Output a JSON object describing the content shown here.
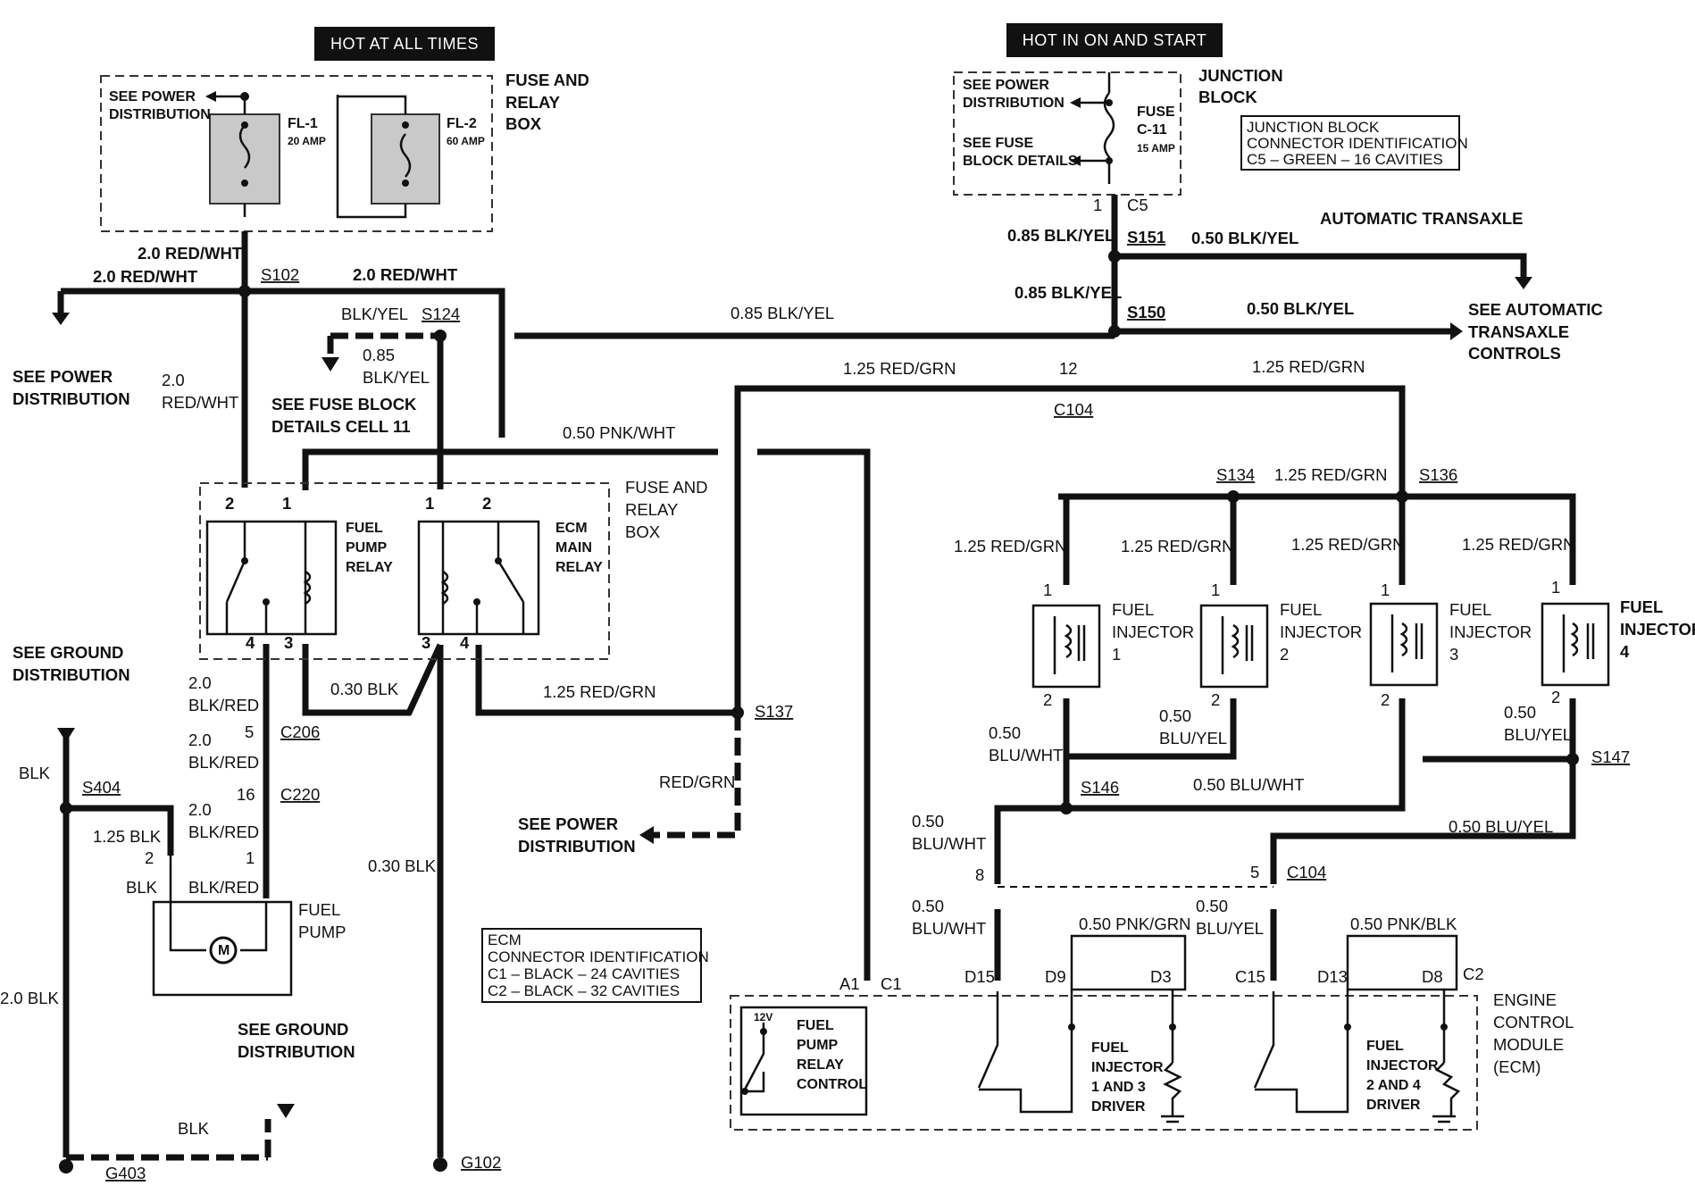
{
  "headers": {
    "hot_always": "HOT AT ALL TIMES",
    "hot_on_start": "HOT IN ON AND START"
  },
  "fuse_relay_box_top": {
    "see_power_1": "SEE POWER",
    "see_power_2": "DISTRIBUTION",
    "fl1_name": "FL-1",
    "fl1_rating": "20 AMP",
    "fl2_name": "FL-2",
    "fl2_rating": "60 AMP",
    "label_1": "FUSE AND",
    "label_2": "RELAY",
    "label_3": "BOX"
  },
  "junction_block": {
    "see_power_1": "SEE POWER",
    "see_power_2": "DISTRIBUTION",
    "see_fuse_1": "SEE FUSE",
    "see_fuse_2": "BLOCK DETAILS",
    "fuse_1": "FUSE",
    "fuse_2": "C-11",
    "fuse_3": "15 AMP",
    "label_1": "JUNCTION",
    "label_2": "BLOCK",
    "conn_id_1": "JUNCTION BLOCK",
    "conn_id_2": "CONNECTOR IDENTIFICATION",
    "conn_id_3": "C5 – GREEN – 16 CAVITIES",
    "pin": "1",
    "connector": "C5"
  },
  "wires": {
    "red_wht_20_a": "2.0 RED/WHT",
    "red_wht_20_b": "2.0 RED/WHT",
    "red_wht_20_c": "2.0 RED/WHT",
    "red_wht_vert_1": "2.0",
    "red_wht_vert_2": "RED/WHT",
    "blk_yel": "BLK/YEL",
    "blk_yel_085_1": "0.85",
    "blk_yel_085_2": "BLK/YEL",
    "blk_yel_085_long": "0.85 BLK/YEL",
    "blk_yel_085_jb": "0.85 BLK/YEL",
    "blk_yel_085_jb2": "0.85 BLK/YEL",
    "blk_yel_050_a": "0.50 BLK/YEL",
    "blk_yel_050_b": "0.50 BLK/YEL",
    "auto_transaxle": "AUTOMATIC TRANSAXLE",
    "see_auto_1": "SEE AUTOMATIC",
    "see_auto_2": "TRANSAXLE",
    "see_auto_3": "CONTROLS",
    "pnk_wht": "0.50 PNK/WHT",
    "red_grn_125_a": "1.25 RED/GRN",
    "red_grn_125_b": "1.25 RED/GRN",
    "red_grn_125_c": "1.25 RED/GRN",
    "red_grn_125_d": "1.25 RED/GRN",
    "red_grn_125_e": "1.25 RED/GRN",
    "red_grn_125_f": "1.25 RED/GRN",
    "red_grn_125_g": "1.25 RED/GRN",
    "red_grn_125_h": "1.25 RED/GRN",
    "red_grn": "RED/GRN",
    "blk_030_a": "0.30 BLK",
    "blk_030_b": "0.30 BLK",
    "blk_red_1a": "2.0",
    "blk_red_1b": "BLK/RED",
    "blk_red_2a": "2.0",
    "blk_red_2b": "BLK/RED",
    "blk_red_3a": "2.0",
    "blk_red_3b": "BLK/RED",
    "blk_red_4": "BLK/RED",
    "blk_top": "BLK",
    "blk_125": "1.25 BLK",
    "blk_pump": "BLK",
    "blk_20": "2.0 BLK",
    "blk_bottom": "BLK",
    "blu_wht_a1": "0.50",
    "blu_wht_a2": "BLU/WHT",
    "blu_yel_a1": "0.50",
    "blu_yel_a2": "BLU/YEL",
    "blu_yel_b1": "0.50",
    "blu_yel_b2": "BLU/YEL",
    "blu_wht_s146": "0.50 BLU/WHT",
    "blu_wht_b1": "0.50",
    "blu_wht_b2": "BLU/WHT",
    "blu_yel_c": "0.50 BLU/YEL",
    "blu_wht_c1": "0.50",
    "blu_wht_c2": "BLU/WHT",
    "blu_yel_d1": "0.50",
    "blu_yel_d2": "BLU/YEL",
    "pnk_grn": "0.50 PNK/GRN",
    "pnk_blk": "0.50 PNK/BLK"
  },
  "splices": {
    "s102": "S102",
    "s124": "S124",
    "s151": "S151",
    "s150": "S150",
    "s134": "S134",
    "s136": "S136",
    "s137": "S137",
    "s146": "S146",
    "s147": "S147",
    "s404": "S404",
    "g403": "G403",
    "g102": "G102"
  },
  "refs": {
    "see_power_left_1": "SEE POWER",
    "see_power_left_2": "DISTRIBUTION",
    "see_fuse_block_1": "SEE FUSE BLOCK",
    "see_fuse_block_2": "DETAILS CELL 11",
    "see_ground_1": "SEE GROUND",
    "see_ground_2": "DISTRIBUTION",
    "see_ground_b1": "SEE GROUND",
    "see_ground_b2": "DISTRIBUTION",
    "see_power_mid_1": "SEE POWER",
    "see_power_mid_2": "DISTRIBUTION"
  },
  "relay_box": {
    "label_1": "FUSE AND",
    "label_2": "RELAY",
    "label_3": "BOX",
    "fuel_pump_relay_1": "FUEL",
    "fuel_pump_relay_2": "PUMP",
    "fuel_pump_relay_3": "RELAY",
    "ecm_relay_1": "ECM",
    "ecm_relay_2": "MAIN",
    "ecm_relay_3": "RELAY",
    "p_fp_2": "2",
    "p_fp_1": "1",
    "p_fp_4": "4",
    "p_fp_3": "3",
    "p_ecm_1": "1",
    "p_ecm_2": "2",
    "p_ecm_3": "3",
    "p_ecm_4": "4"
  },
  "connectors": {
    "c104_top": "C104",
    "c104_top_pin": "12",
    "c206": "C206",
    "c206_pin": "5",
    "c220": "C220",
    "c220_pin": "16",
    "c104_bot": "C104",
    "c104_pin8": "8",
    "c104_pin5": "5",
    "fp_pin2": "2",
    "fp_pin1": "1"
  },
  "fuel_pump": {
    "label_1": "FUEL",
    "label_2": "PUMP",
    "motor": "M"
  },
  "injectors": [
    {
      "l1": "FUEL",
      "l2": "INJECTOR",
      "l3": "1",
      "pin_top": "1",
      "pin_bot": "2"
    },
    {
      "l1": "FUEL",
      "l2": "INJECTOR",
      "l3": "2",
      "pin_top": "1",
      "pin_bot": "2"
    },
    {
      "l1": "FUEL",
      "l2": "INJECTOR",
      "l3": "3",
      "pin_top": "1",
      "pin_bot": "2"
    },
    {
      "l1": "FUEL",
      "l2": "INJECTOR",
      "l3": "4",
      "pin_top": "1",
      "pin_bot": "2"
    }
  ],
  "ecm_conn_id": {
    "l1": "ECM",
    "l2": "CONNECTOR IDENTIFICATION",
    "l3": "C1 – BLACK – 24 CAVITIES",
    "l4": "C2 – BLACK – 32 CAVITIES"
  },
  "ecm": {
    "a1": "A1",
    "c1": "C1",
    "d15": "D15",
    "d9": "D9",
    "d3": "D3",
    "c15": "C15",
    "d13": "D13",
    "d8": "D8",
    "c2": "C2",
    "v12": "12V",
    "fp_ctrl_1": "FUEL",
    "fp_ctrl_2": "PUMP",
    "fp_ctrl_3": "RELAY",
    "fp_ctrl_4": "CONTROL",
    "inj13_1": "FUEL",
    "inj13_2": "INJECTOR",
    "inj13_3": "1 AND 3",
    "inj13_4": "DRIVER",
    "inj24_1": "FUEL",
    "inj24_2": "INJECTOR",
    "inj24_3": "2 AND 4",
    "inj24_4": "DRIVER",
    "label_1": "ENGINE",
    "label_2": "CONTROL",
    "label_3": "MODULE",
    "label_4": "(ECM)"
  }
}
